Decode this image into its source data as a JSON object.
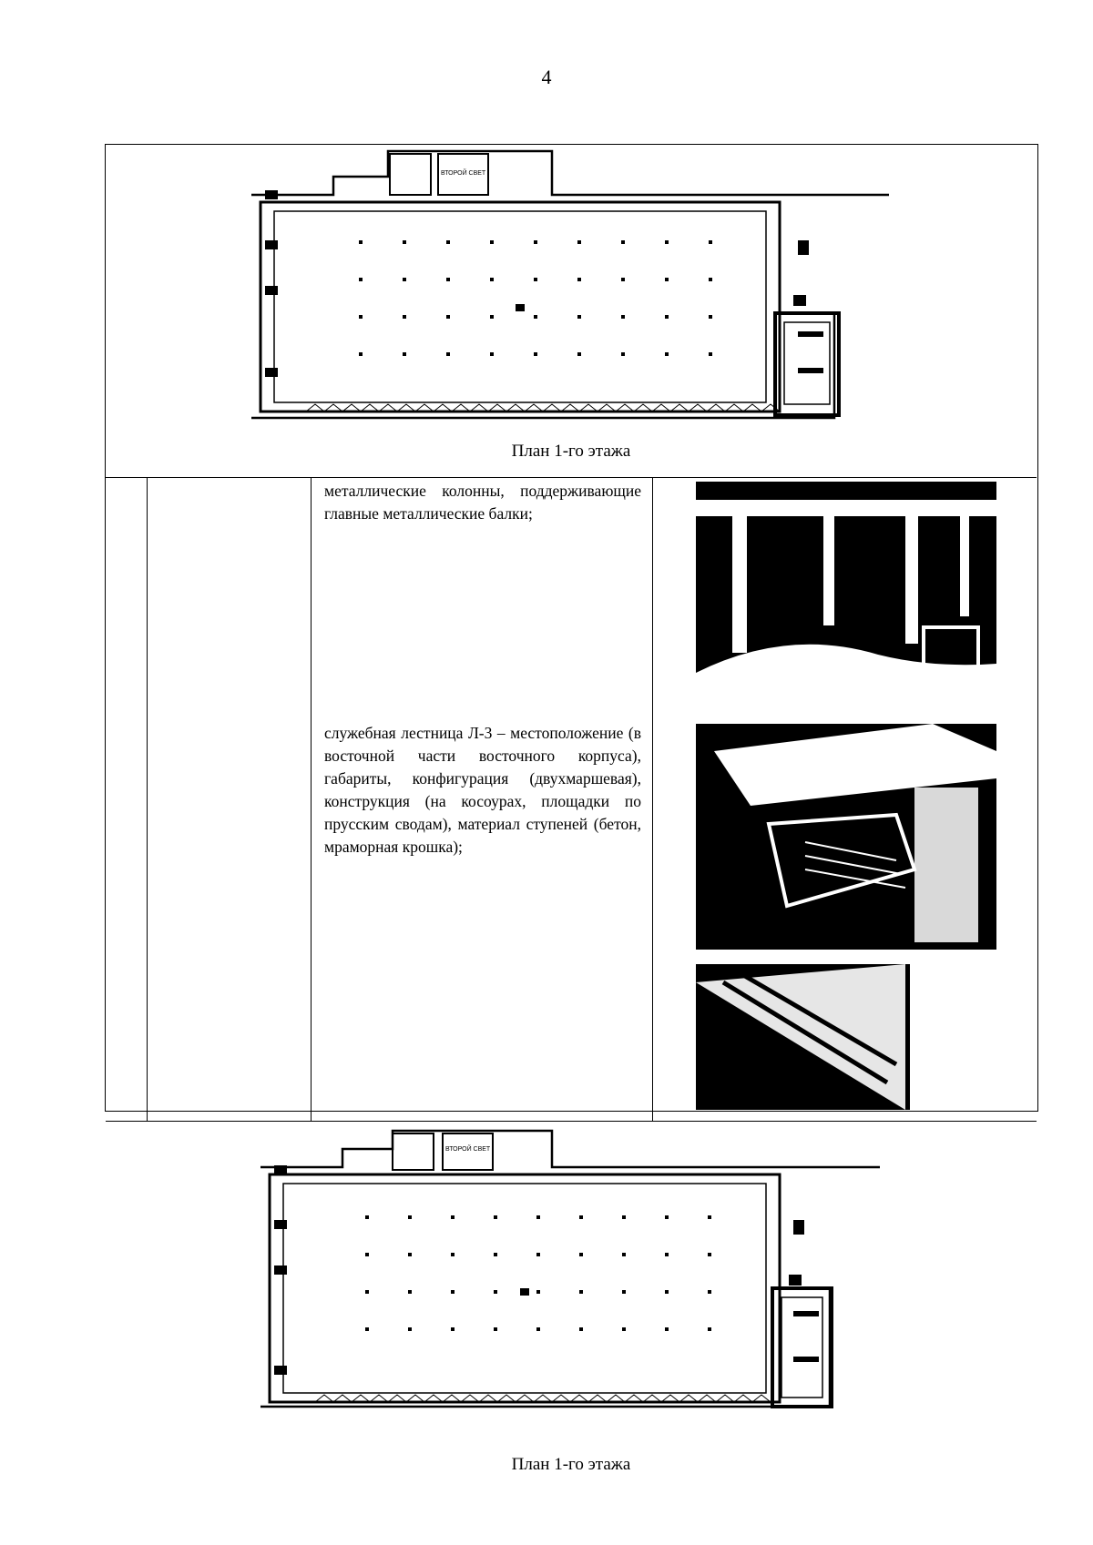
{
  "page_number": "4",
  "plan_top": {
    "caption": "План 1-го этажа",
    "room_labels": [
      "ВТОРОЙ СВЕТ"
    ]
  },
  "middle": {
    "text_1": "металлические колонны, поддерживающие главные металлические балки;",
    "text_2": "служебная лестница Л-3 – местоположение (в восточной части восточного корпуса), габариты, конфигурация (двухмаршевая), конструкция (на косоурах, площадки по прусским сводам), материал ступеней (бетон, мраморная крошка);",
    "photos": [
      "photo-columns",
      "photo-stair-1",
      "photo-stair-2"
    ]
  },
  "plan_bottom": {
    "caption": "План 1-го этажа",
    "room_labels": [
      "ВТОРОЙ СВЕТ"
    ]
  }
}
